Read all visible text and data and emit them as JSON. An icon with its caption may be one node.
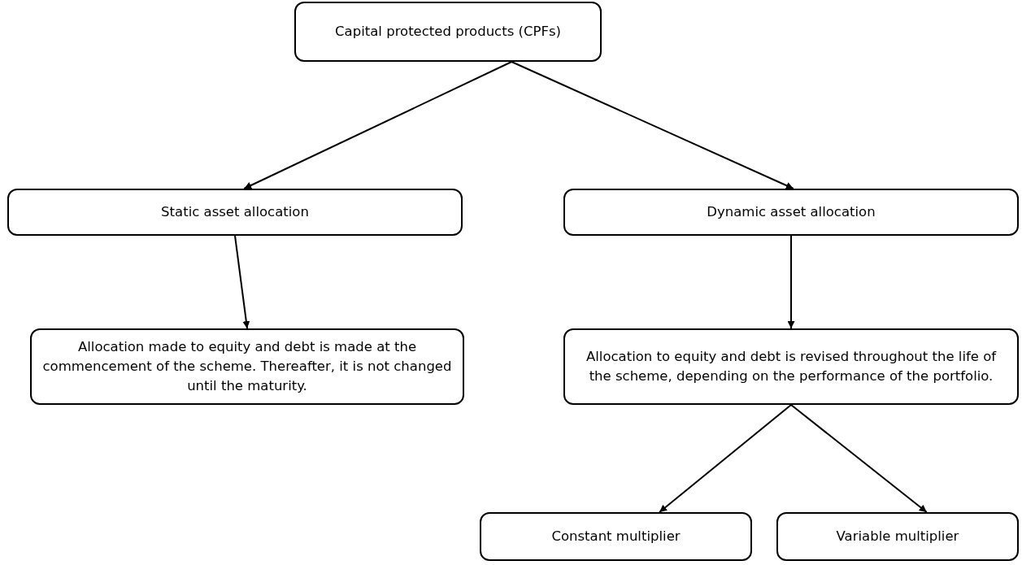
{
  "diagram": {
    "nodes": [
      {
        "text": [
          "Capital protected products (CPFs)"
        ]
      },
      {
        "text": [
          "Static asset allocation"
        ]
      },
      {
        "text": [
          "Dynamic asset allocation"
        ]
      },
      {
        "text": [
          "Allocation made to equity and debt is made at the commencement of the scheme. Thereafter, it is not changed until the maturity."
        ]
      },
      {
        "text": [
          "Allocation to equity and debt is revised throughout the life of the scheme, depending on the performance of the portfolio."
        ]
      },
      {
        "text": [
          "Constant multiplier"
        ]
      },
      {
        "text": [
          "Variable multiplier"
        ]
      }
    ],
    "edges": [
      {
        "from": 0,
        "to": 1,
        "arrow": "to"
      },
      {
        "from": 0,
        "to": 2,
        "arrow": "to"
      },
      {
        "from": 1,
        "to": 3,
        "arrow": "to"
      },
      {
        "from": 2,
        "to": 4,
        "arrow": "to"
      },
      {
        "from": 4,
        "to": 5,
        "arrow": "to"
      },
      {
        "from": 4,
        "to": 6,
        "arrow": "to"
      }
    ]
  }
}
